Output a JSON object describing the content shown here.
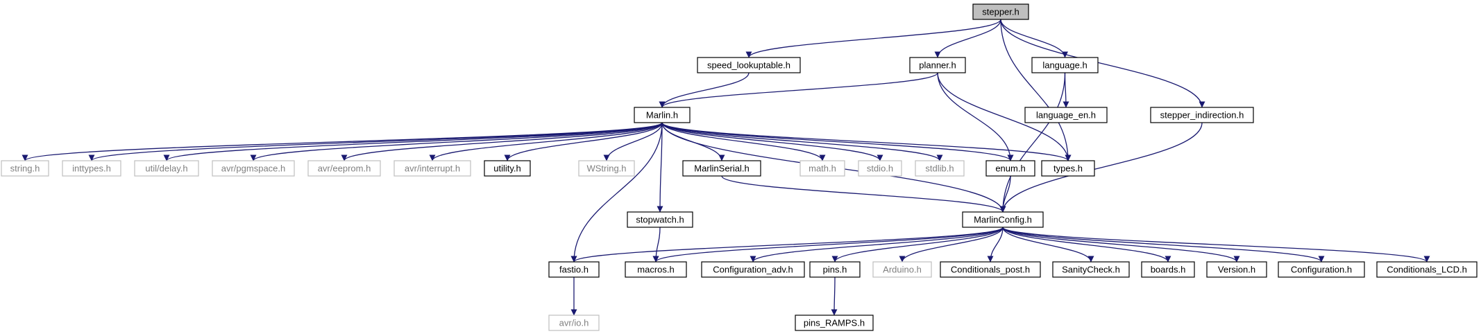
{
  "colors": {
    "edge": "#191970",
    "node_border": "#000000",
    "external_border": "#bfbfbf",
    "external_text": "#808080",
    "root_fill": "#bfbfbf",
    "text": "#000000"
  },
  "nodes": [
    {
      "id": "stepper",
      "label": "stepper.h",
      "kind": "root"
    },
    {
      "id": "speed_lookuptable",
      "label": "speed_lookuptable.h",
      "kind": "local"
    },
    {
      "id": "planner",
      "label": "planner.h",
      "kind": "local"
    },
    {
      "id": "language",
      "label": "language.h",
      "kind": "local"
    },
    {
      "id": "language_en",
      "label": "language_en.h",
      "kind": "local"
    },
    {
      "id": "stepper_indirection",
      "label": "stepper_indirection.h",
      "kind": "local"
    },
    {
      "id": "marlin",
      "label": "Marlin.h",
      "kind": "local"
    },
    {
      "id": "string",
      "label": "string.h",
      "kind": "external"
    },
    {
      "id": "inttypes",
      "label": "inttypes.h",
      "kind": "external"
    },
    {
      "id": "util_delay",
      "label": "util/delay.h",
      "kind": "external"
    },
    {
      "id": "avr_pgmspace",
      "label": "avr/pgmspace.h",
      "kind": "external"
    },
    {
      "id": "avr_eeprom",
      "label": "avr/eeprom.h",
      "kind": "external"
    },
    {
      "id": "avr_interrupt",
      "label": "avr/interrupt.h",
      "kind": "external"
    },
    {
      "id": "utility",
      "label": "utility.h",
      "kind": "local"
    },
    {
      "id": "wstring",
      "label": "WString.h",
      "kind": "external"
    },
    {
      "id": "marlinserial",
      "label": "MarlinSerial.h",
      "kind": "local"
    },
    {
      "id": "math",
      "label": "math.h",
      "kind": "external"
    },
    {
      "id": "stdio",
      "label": "stdio.h",
      "kind": "external"
    },
    {
      "id": "stdlib",
      "label": "stdlib.h",
      "kind": "external"
    },
    {
      "id": "enum",
      "label": "enum.h",
      "kind": "local"
    },
    {
      "id": "types",
      "label": "types.h",
      "kind": "local"
    },
    {
      "id": "stopwatch",
      "label": "stopwatch.h",
      "kind": "local"
    },
    {
      "id": "marlinconfig",
      "label": "MarlinConfig.h",
      "kind": "local"
    },
    {
      "id": "fastio",
      "label": "fastio.h",
      "kind": "local"
    },
    {
      "id": "macros",
      "label": "macros.h",
      "kind": "local"
    },
    {
      "id": "configuration_adv",
      "label": "Configuration_adv.h",
      "kind": "local"
    },
    {
      "id": "pins",
      "label": "pins.h",
      "kind": "local"
    },
    {
      "id": "arduino",
      "label": "Arduino.h",
      "kind": "external"
    },
    {
      "id": "conditionals_post",
      "label": "Conditionals_post.h",
      "kind": "local"
    },
    {
      "id": "sanitycheck",
      "label": "SanityCheck.h",
      "kind": "local"
    },
    {
      "id": "boards",
      "label": "boards.h",
      "kind": "local"
    },
    {
      "id": "version",
      "label": "Version.h",
      "kind": "local"
    },
    {
      "id": "configuration",
      "label": "Configuration.h",
      "kind": "local"
    },
    {
      "id": "conditionals_lcd",
      "label": "Conditionals_LCD.h",
      "kind": "local"
    },
    {
      "id": "avr_io",
      "label": "avr/io.h",
      "kind": "external"
    },
    {
      "id": "pins_ramps",
      "label": "pins_RAMPS.h",
      "kind": "local"
    }
  ],
  "edges": [
    [
      "stepper",
      "speed_lookuptable"
    ],
    [
      "stepper",
      "planner"
    ],
    [
      "stepper",
      "language"
    ],
    [
      "stepper",
      "types"
    ],
    [
      "stepper",
      "stepper_indirection"
    ],
    [
      "speed_lookuptable",
      "marlin"
    ],
    [
      "planner",
      "marlin"
    ],
    [
      "planner",
      "enum"
    ],
    [
      "planner",
      "types"
    ],
    [
      "language",
      "language_en"
    ],
    [
      "language",
      "marlinconfig"
    ],
    [
      "stepper_indirection",
      "marlinconfig"
    ],
    [
      "marlin",
      "string"
    ],
    [
      "marlin",
      "inttypes"
    ],
    [
      "marlin",
      "util_delay"
    ],
    [
      "marlin",
      "avr_pgmspace"
    ],
    [
      "marlin",
      "avr_eeprom"
    ],
    [
      "marlin",
      "avr_interrupt"
    ],
    [
      "marlin",
      "utility"
    ],
    [
      "marlin",
      "fastio"
    ],
    [
      "marlin",
      "wstring"
    ],
    [
      "marlin",
      "stopwatch"
    ],
    [
      "marlin",
      "marlinserial"
    ],
    [
      "marlin",
      "math"
    ],
    [
      "marlin",
      "stdio"
    ],
    [
      "marlin",
      "stdlib"
    ],
    [
      "marlin",
      "enum"
    ],
    [
      "marlin",
      "types"
    ],
    [
      "marlin",
      "marlinconfig"
    ],
    [
      "marlinserial",
      "marlinconfig"
    ],
    [
      "enum",
      "marlinconfig"
    ],
    [
      "stopwatch",
      "macros"
    ],
    [
      "marlinconfig",
      "fastio"
    ],
    [
      "marlinconfig",
      "macros"
    ],
    [
      "marlinconfig",
      "configuration_adv"
    ],
    [
      "marlinconfig",
      "pins"
    ],
    [
      "marlinconfig",
      "arduino"
    ],
    [
      "marlinconfig",
      "conditionals_post"
    ],
    [
      "marlinconfig",
      "sanitycheck"
    ],
    [
      "marlinconfig",
      "boards"
    ],
    [
      "marlinconfig",
      "version"
    ],
    [
      "marlinconfig",
      "configuration"
    ],
    [
      "marlinconfig",
      "conditionals_lcd"
    ],
    [
      "fastio",
      "avr_io"
    ],
    [
      "pins",
      "pins_ramps"
    ]
  ]
}
